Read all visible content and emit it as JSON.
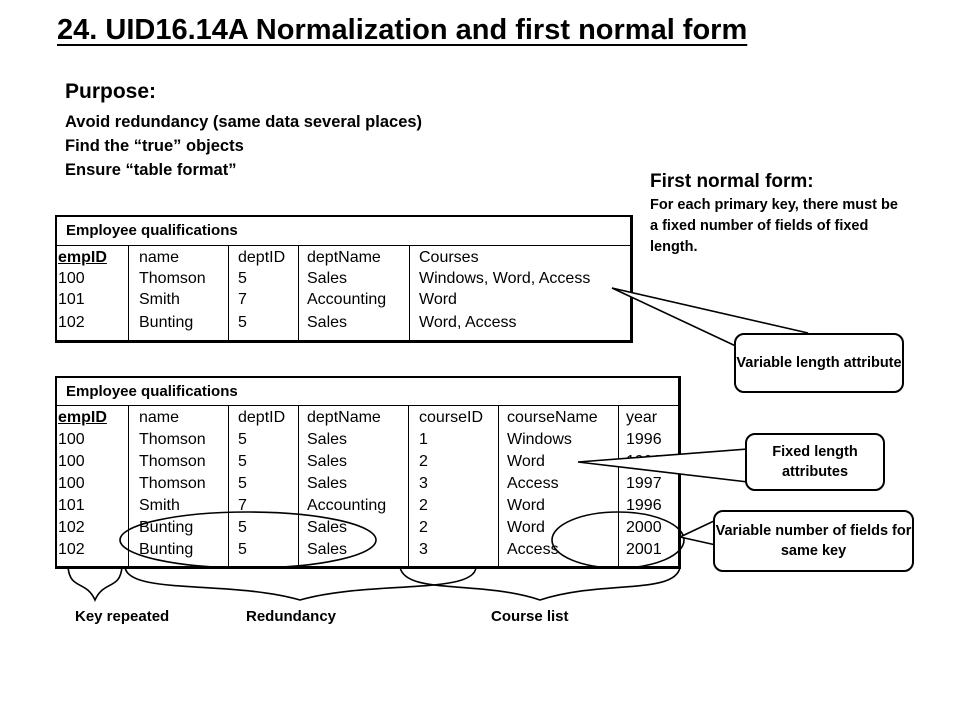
{
  "slide": {
    "title": "24. UID16.14A  Normalization and first normal form",
    "purpose": {
      "heading": "Purpose:",
      "lines": [
        "Avoid redundancy (same data several places)",
        "Find the “true” objects",
        "Ensure “table format”"
      ]
    },
    "first_normal_form": {
      "heading": "First normal form:",
      "text": "For each primary key, there must be a fixed number of fields of fixed length."
    }
  },
  "table1": {
    "caption": "Employee qualifications",
    "columns": [
      "empID",
      "name",
      "deptID",
      "deptName",
      "Courses"
    ],
    "rows": [
      [
        "100",
        "Thomson",
        "5",
        "Sales",
        "Windows, Word, Access"
      ],
      [
        "101",
        "Smith",
        "7",
        "Accounting",
        "Word"
      ],
      [
        "102",
        "Bunting",
        "5",
        "Sales",
        "Word, Access"
      ]
    ]
  },
  "table2": {
    "caption": "Employee qualifications",
    "columns": [
      "empID",
      "name",
      "deptID",
      "deptName",
      "courseID",
      "courseName",
      "year"
    ],
    "rows": [
      [
        "100",
        "Thomson",
        "5",
        "Sales",
        "1",
        "Windows",
        "1996"
      ],
      [
        "100",
        "Thomson",
        "5",
        "Sales",
        "2",
        "Word",
        "1996"
      ],
      [
        "100",
        "Thomson",
        "5",
        "Sales",
        "3",
        "Access",
        "1997"
      ],
      [
        "101",
        "Smith",
        "7",
        "Accounting",
        "2",
        "Word",
        "1996"
      ],
      [
        "102",
        "Bunting",
        "5",
        "Sales",
        "2",
        "Word",
        "2000"
      ],
      [
        "102",
        "Bunting",
        "5",
        "Sales",
        "3",
        "Access",
        "2001"
      ]
    ]
  },
  "callouts": {
    "variable_length": "Variable length attribute",
    "fixed_length": "Fixed length attributes",
    "variable_fields": "Variable number of fields for same key"
  },
  "braces": {
    "key_repeated": "Key repeated",
    "redundancy": "Redundancy",
    "course_list": "Course list"
  }
}
